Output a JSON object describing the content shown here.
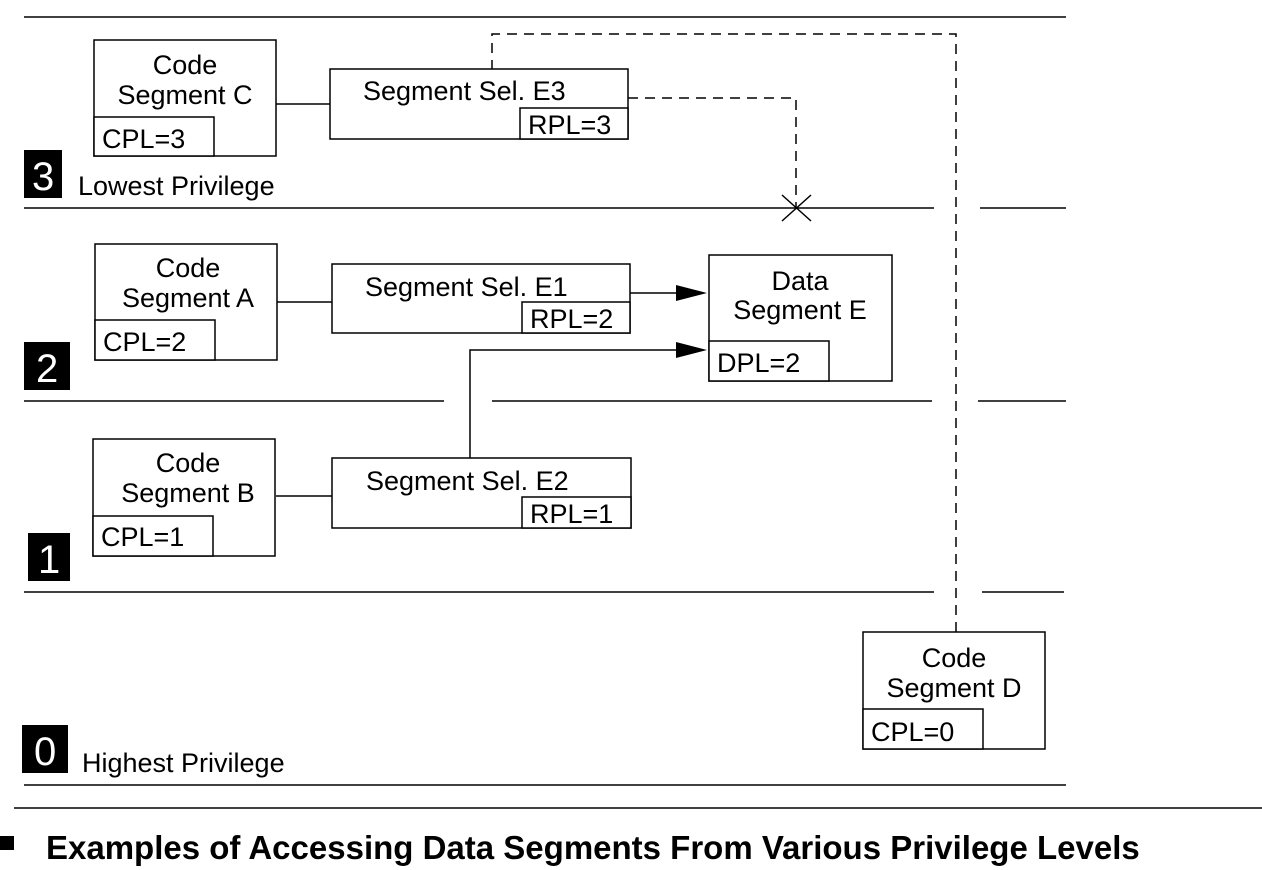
{
  "rings": [
    {
      "number": "3",
      "label": "Lowest Privilege"
    },
    {
      "number": "2",
      "label": ""
    },
    {
      "number": "1",
      "label": ""
    },
    {
      "number": "0",
      "label": "Highest Privilege"
    }
  ],
  "code_segments": {
    "c": {
      "line1": "Code",
      "line2": "Segment C",
      "cpl": "CPL=3"
    },
    "a": {
      "line1": "Code",
      "line2": "Segment A",
      "cpl": "CPL=2"
    },
    "b": {
      "line1": "Code",
      "line2": "Segment B",
      "cpl": "CPL=1"
    },
    "d": {
      "line1": "Code",
      "line2": "Segment D",
      "cpl": "CPL=0"
    }
  },
  "selectors": {
    "e3": {
      "label": "Segment Sel. E3",
      "rpl": "RPL=3"
    },
    "e1": {
      "label": "Segment Sel. E1",
      "rpl": "RPL=2"
    },
    "e2": {
      "label": "Segment Sel. E2",
      "rpl": "RPL=1"
    }
  },
  "data_segment": {
    "line1": "Data",
    "line2": "Segment E",
    "dpl": "DPL=2"
  },
  "caption": "Examples of Accessing Data Segments From Various Privilege Levels"
}
